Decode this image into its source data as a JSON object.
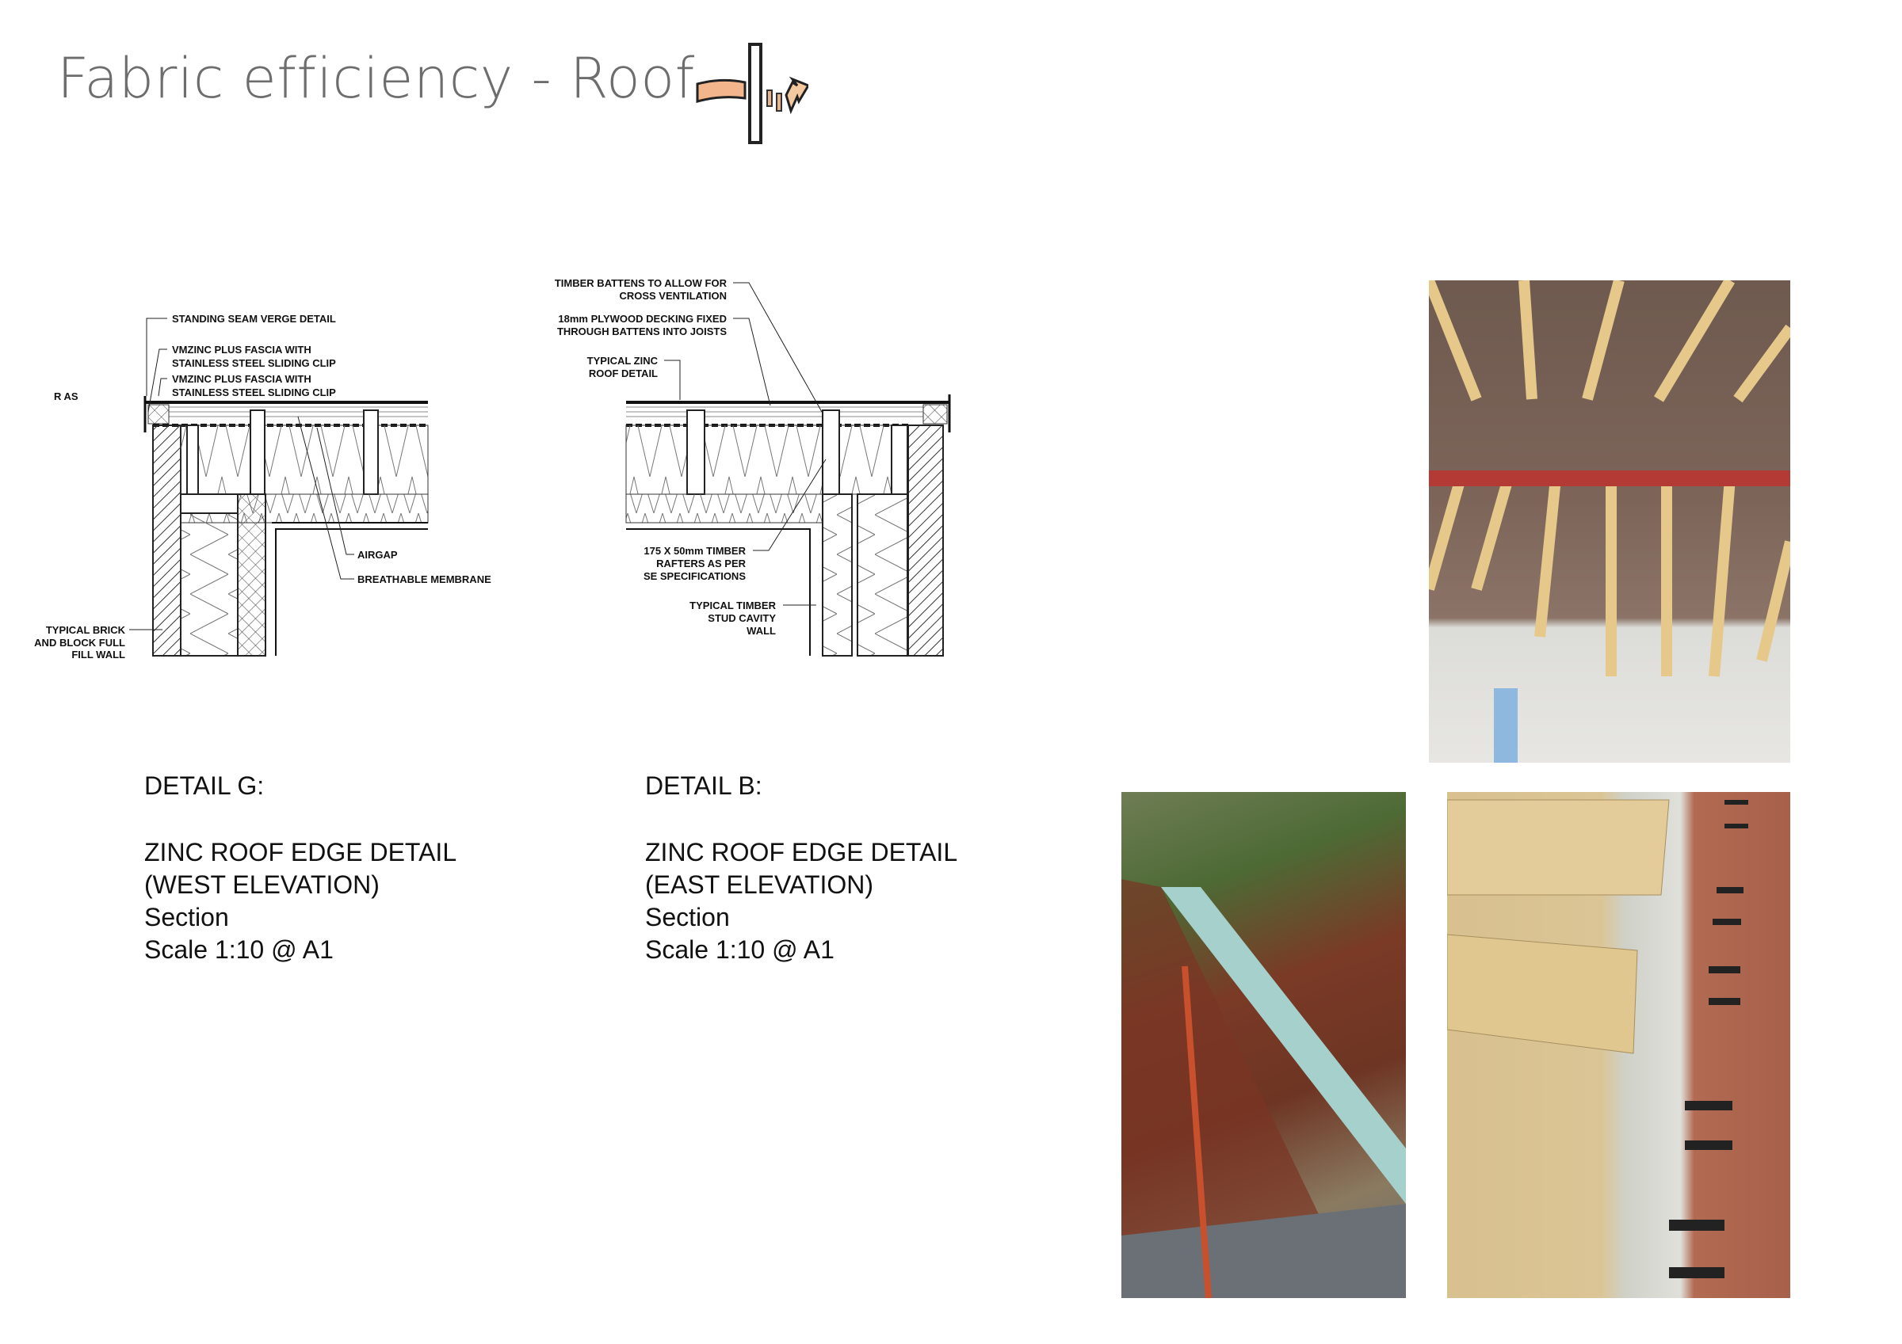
{
  "header": {
    "title": "Fabric efficiency - Roof",
    "icon": "heat-loss-through-wall-icon"
  },
  "diagram": {
    "cut_text": "R AS",
    "left_labels": {
      "standing_seam": "STANDING SEAM VERGE DETAIL",
      "fascia1_l1": "VMZINC PLUS FASCIA WITH",
      "fascia1_l2": "STAINLESS STEEL SLIDING CLIP",
      "fascia2_l1": "VMZINC PLUS FASCIA WITH",
      "fascia2_l2": "STAINLESS STEEL SLIDING CLIP",
      "airgap": "AIRGAP",
      "membrane": "BREATHABLE MEMBRANE",
      "brick_l1": "TYPICAL BRICK",
      "brick_l2": "AND BLOCK FULL",
      "brick_l3": "FILL WALL"
    },
    "right_labels": {
      "battens_l1": "TIMBER BATTENS TO ALLOW FOR",
      "battens_l2": "CROSS VENTILATION",
      "plywood_l1": "18mm PLYWOOD DECKING FIXED",
      "plywood_l2": "THROUGH BATTENS INTO JOISTS",
      "zinc_l1": "TYPICAL ZINC",
      "zinc_l2": "ROOF DETAIL",
      "rafters_l1": "175 X 50mm TIMBER",
      "rafters_l2": "RAFTERS AS PER",
      "rafters_l3": "SE SPECIFICATIONS",
      "stud_l1": "TYPICAL TIMBER",
      "stud_l2": "STUD CAVITY",
      "stud_l3": "WALL"
    }
  },
  "captions": [
    {
      "detail": "DETAIL G:",
      "line1": "ZINC ROOF EDGE DETAIL",
      "line2": "(WEST ELEVATION)",
      "line3": "Section",
      "line4": "Scale 1:10 @ A1"
    },
    {
      "detail": "DETAIL B:",
      "line1": "ZINC ROOF EDGE DETAIL",
      "line2": "(EAST ELEVATION)",
      "line3": "Section",
      "line4": "Scale 1:10 @ A1"
    }
  ]
}
